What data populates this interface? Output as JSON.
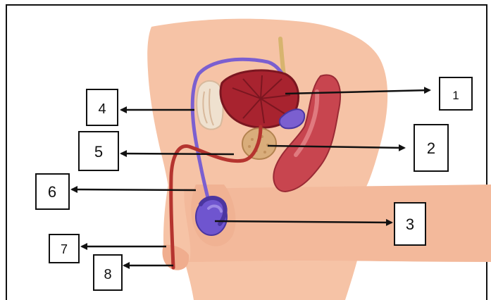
{
  "labels": [
    {
      "id": "1",
      "text": "1"
    },
    {
      "id": "2",
      "text": "2"
    },
    {
      "id": "3",
      "text": "3"
    },
    {
      "id": "4",
      "text": "4"
    },
    {
      "id": "5",
      "text": "5"
    },
    {
      "id": "6",
      "text": "6"
    },
    {
      "id": "7",
      "text": "7"
    },
    {
      "id": "8",
      "text": "8"
    }
  ],
  "colors": {
    "skin": "#f6c3a6",
    "skin_dark": "#e9a587",
    "bladder": "#a8232f",
    "bladder_light": "#c74a4f",
    "vas_deferens": "#7b5fd0",
    "testis": "#6f55cf",
    "prostate": "#d9ad7b",
    "rectum": "#c8454f",
    "bone": "#efe1cf",
    "urethra": "#b5342f",
    "ureter": "#d7b46e",
    "arrow": "#111111",
    "box_border": "#111111"
  }
}
